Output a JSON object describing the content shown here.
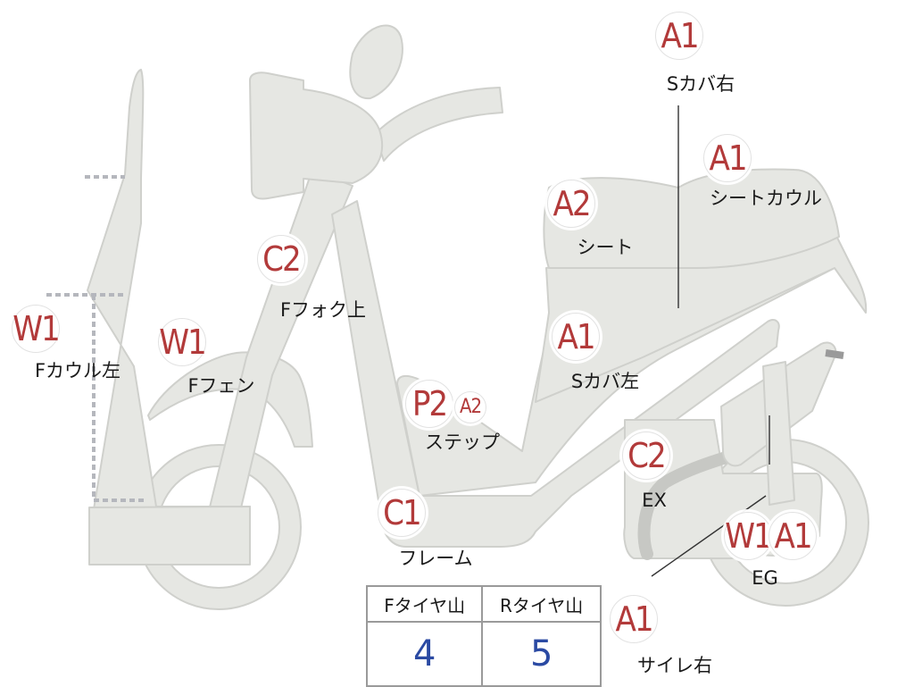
{
  "parts": [
    {
      "id": "scover-right",
      "grades": [
        "A1"
      ],
      "label": "Sカバ右"
    },
    {
      "id": "seat-cowl",
      "grades": [
        "A1"
      ],
      "label": "シートカウル"
    },
    {
      "id": "seat",
      "grades": [
        "A2"
      ],
      "label": "シート"
    },
    {
      "id": "scover-left",
      "grades": [
        "A1"
      ],
      "label": "Sカバ左"
    },
    {
      "id": "front-fork",
      "grades": [
        "C2"
      ],
      "label": "Fフォク上"
    },
    {
      "id": "front-cowl-left",
      "grades": [
        "W1"
      ],
      "label": "Fカウル左"
    },
    {
      "id": "front-fender",
      "grades": [
        "W1"
      ],
      "label": "Fフェン"
    },
    {
      "id": "step",
      "grades": [
        "P2",
        "A2"
      ],
      "label": "ステップ"
    },
    {
      "id": "exhaust",
      "grades": [
        "C2"
      ],
      "label": "EX"
    },
    {
      "id": "frame",
      "grades": [
        "C1"
      ],
      "label": "フレーム"
    },
    {
      "id": "engine",
      "grades": [
        "W1",
        "A1"
      ],
      "label": "EG"
    },
    {
      "id": "silencer-right",
      "grades": [
        "A1"
      ],
      "label": "サイレ右"
    }
  ],
  "tire_tread": {
    "headers": [
      "Fタイヤ山",
      "Rタイヤ山"
    ],
    "values": [
      "4",
      "5"
    ]
  },
  "colors": {
    "body_fill": "#e6e7e3",
    "body_stroke": "#cfd0cc",
    "grade_text": "#b23a3a",
    "tread_value": "#2b4aa3"
  }
}
